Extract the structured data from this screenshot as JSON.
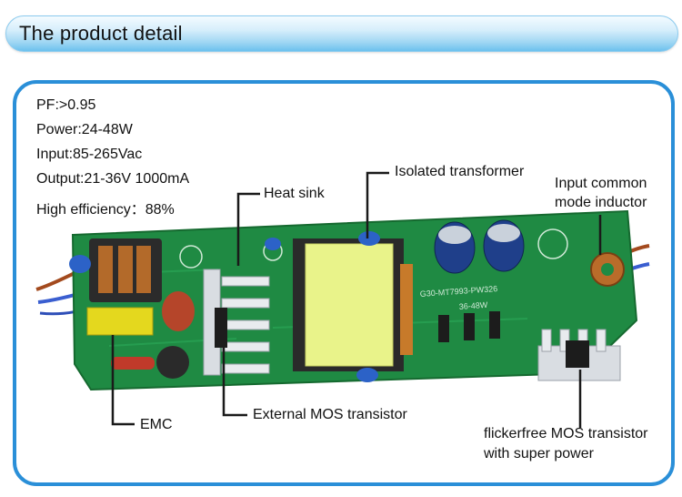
{
  "header": {
    "title": "The product detail"
  },
  "specs": {
    "pf": "PF:>0.95",
    "power": "Power:24-48W",
    "input": "Input:85-265Vac",
    "output": "Output:21-36V  1000mA",
    "efficiency": "High efficiency：88%"
  },
  "callouts": {
    "heat_sink": "Heat sink",
    "isolated_transformer": "Isolated transformer",
    "input_inductor_line1": "Input common",
    "input_inductor_line2": "mode inductor",
    "emc": "EMC",
    "external_mos": "External MOS transistor",
    "flickerfree_line1": "flickerfree MOS transistor",
    "flickerfree_line2": "with super power"
  },
  "board_silkscreen": {
    "model": "G30-MT7993-PW326",
    "rating": "36-48W"
  },
  "colors": {
    "frame": "#2a8fd8",
    "pcb": "#1f8a43",
    "transformer_tape": "#e9f38a"
  }
}
